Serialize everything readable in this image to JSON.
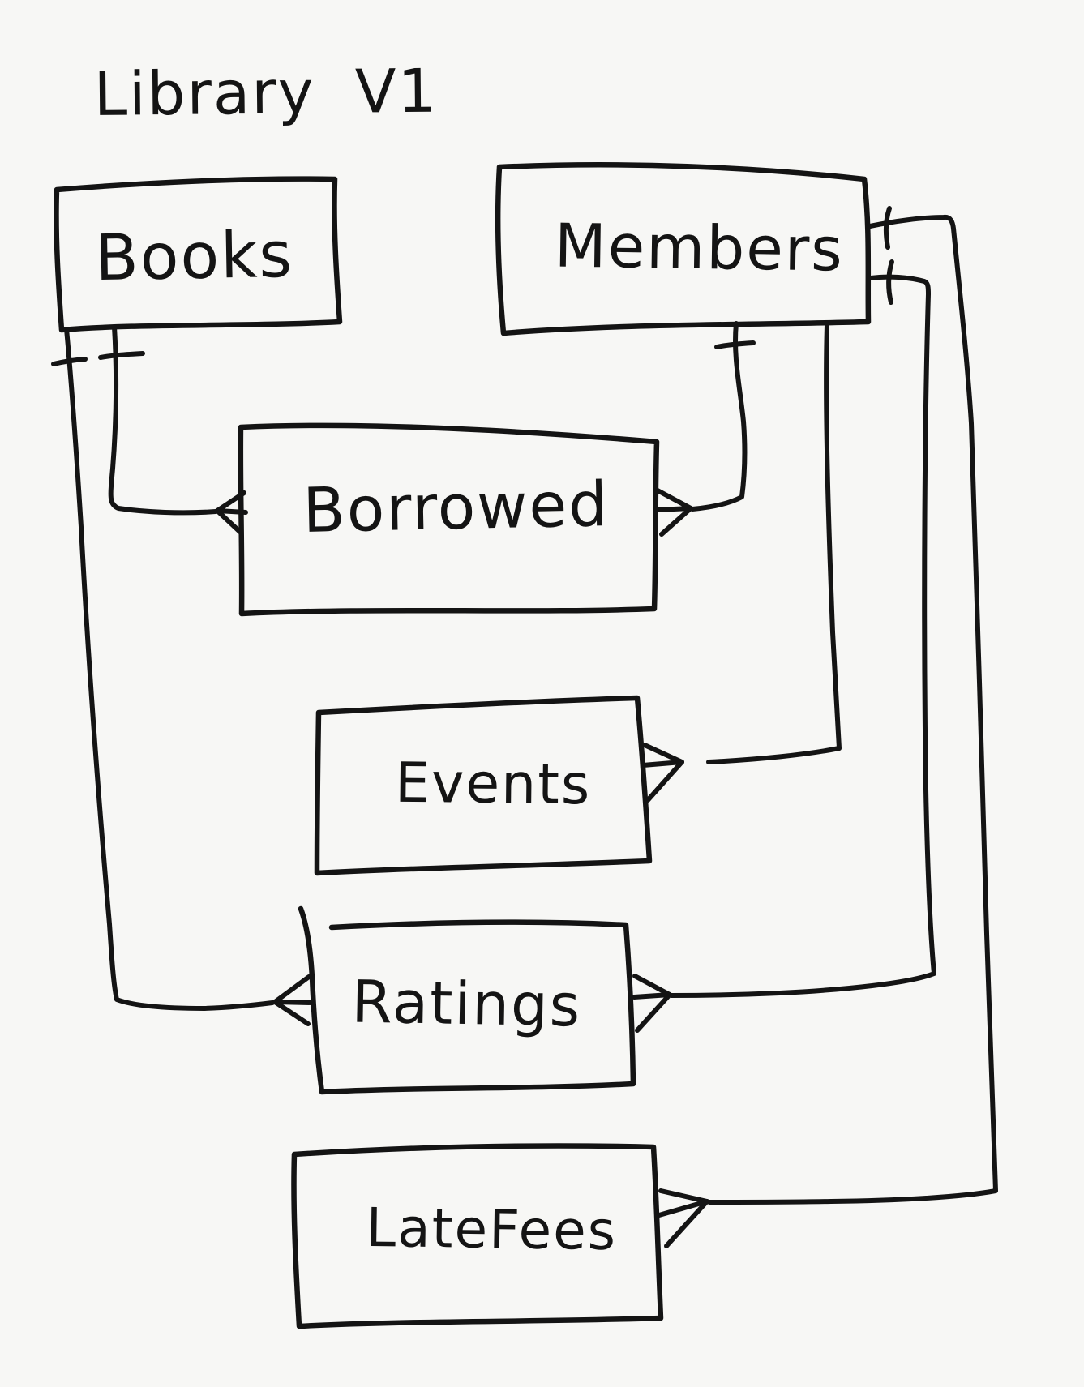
{
  "title": "Library V1",
  "diagram": {
    "type": "entity-relationship-sketch",
    "background_color": "#f7f7f5",
    "ink_color": "#141414",
    "entities": [
      {
        "label": "Books"
      },
      {
        "label": "Members"
      },
      {
        "label": "Borrowed"
      },
      {
        "label": "Events"
      },
      {
        "label": "Ratings"
      },
      {
        "label": "LateFees"
      }
    ],
    "relationships": [
      {
        "from": "Books",
        "to": "Borrowed",
        "from_cardinality": "one",
        "to_cardinality": "many"
      },
      {
        "from": "Members",
        "to": "Borrowed",
        "from_cardinality": "one",
        "to_cardinality": "many"
      },
      {
        "from": "Members",
        "to": "Events",
        "from_cardinality": "unmarked",
        "to_cardinality": "many"
      },
      {
        "from": "Books",
        "to": "Ratings",
        "from_cardinality": "one",
        "to_cardinality": "many"
      },
      {
        "from": "Members",
        "to": "Ratings",
        "from_cardinality": "one",
        "to_cardinality": "many"
      },
      {
        "from": "Members",
        "to": "LateFees",
        "from_cardinality": "one",
        "to_cardinality": "many"
      }
    ],
    "notation": {
      "many_symbol": "crow-foot",
      "one_symbol": "single-tick"
    }
  }
}
